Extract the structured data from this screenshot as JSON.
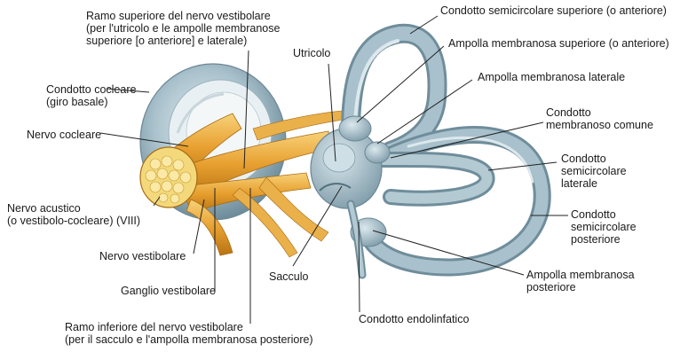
{
  "labels": {
    "ramo_superiore": "Ramo superiore del nervo vestibolare\n(per l'utricolo e le ampolle membranose\nsuperiore [o anteriore] e laterale)",
    "condotto_cocleare": "Condotto cocleare\n(giro basale)",
    "nervo_cocleare": "Nervo cocleare",
    "nervo_acustico": "Nervo acustico\n(o vestibolo-cocleare) (VIII)",
    "nervo_vestibolare": "Nervo vestibolare",
    "ganglio_vestibolare": "Ganglio vestibolare",
    "ramo_inferiore": "Ramo inferiore del nervo vestibolare\n(per il sacculo e l'ampolla membranosa posteriore)",
    "utricolo": "Utricolo",
    "sacculo": "Sacculo",
    "condotto_endolinfatico": "Condotto endolinfatico",
    "condotto_sc_superiore": "Condotto semicircolare superiore (o anteriore)",
    "ampolla_superiore": "Ampolla membranosa superiore (o anteriore)",
    "ampolla_laterale": "Ampolla membranosa laterale",
    "condotto_comune": "Condotto\nmembranoso comune",
    "condotto_sc_laterale": "Condotto\nsemicircolare\nlaterale",
    "condotto_sc_posteriore": "Condotto\nsemicircolare\nposteriore",
    "ampolla_posteriore": "Ampolla membranosa\nposteriore"
  },
  "colors": {
    "membrane": "#9fb8c4",
    "membrane_dark": "#6f8d9b",
    "membrane_light": "#cddde4",
    "nerve": "#e8a030",
    "nerve_light": "#f6cc70",
    "nerve_dark": "#b87412"
  }
}
